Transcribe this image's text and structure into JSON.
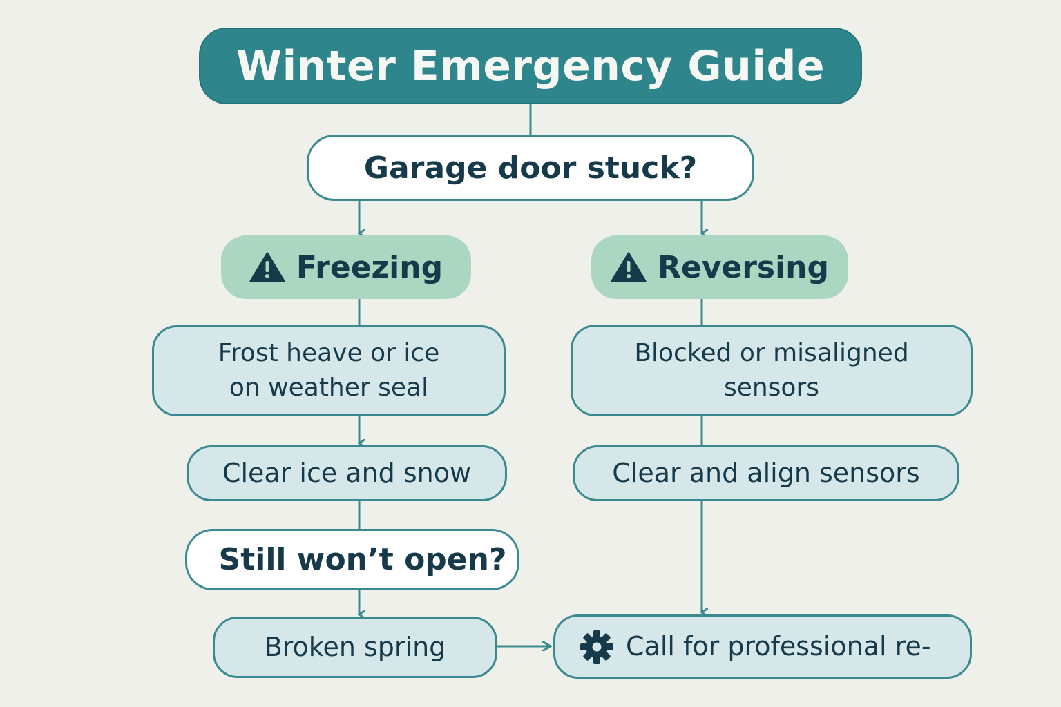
{
  "title": "Winter Emergency Guide",
  "question": "Garage door stuck?",
  "branches": {
    "left": {
      "label": "Freezing",
      "icon": "warning-icon",
      "cause": [
        "Frost heave or ice",
        "on weather seal"
      ],
      "action": "Clear ice and snow",
      "followup_question": "Still won’t open?",
      "result": "Broken spring"
    },
    "right": {
      "label": "Reversing",
      "icon": "warning-icon",
      "cause": [
        "Blocked or misaligned",
        "sensors"
      ],
      "action": "Clear and align sensors"
    }
  },
  "final": {
    "label": "Call for professional re-",
    "icon": "gear-icon"
  },
  "colors": {
    "background": "#eff0ea",
    "title_fill": "#2f858c",
    "branch_fill": "#aad6c2",
    "box_fill": "#d5e7e9",
    "stroke": "#3a8a8f",
    "text": "#163a4a"
  }
}
